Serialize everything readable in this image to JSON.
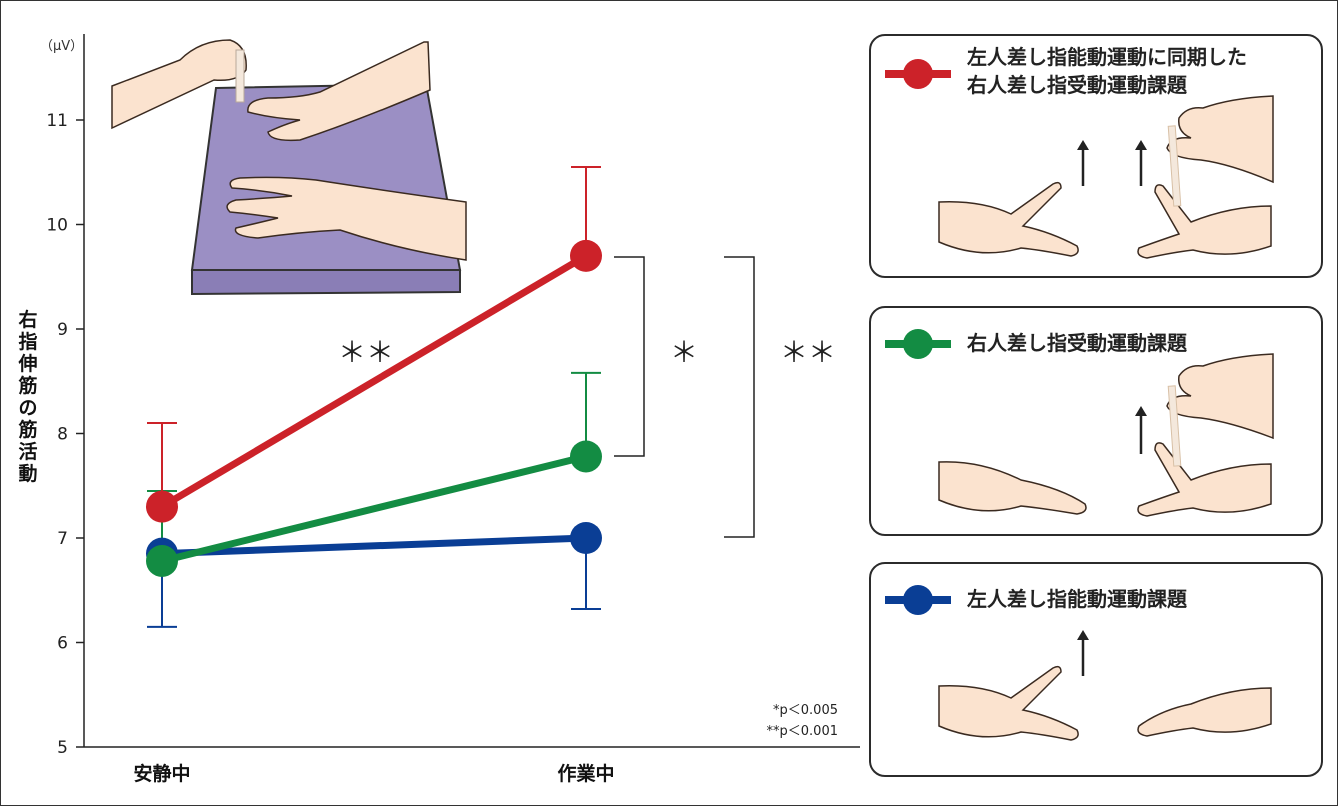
{
  "chart_data": {
    "type": "line",
    "categories": [
      "安静中",
      "作業中"
    ],
    "ylabel": "右指伸筋の筋活動",
    "unit": "（μV）",
    "ylim": [
      5,
      11.7
    ],
    "yticks": [
      5,
      6,
      7,
      8,
      9,
      10,
      11
    ],
    "grid": false,
    "series": [
      {
        "name": "左人差し指能動運動に同期した右人差し指受動運動課題",
        "color": "#cc2229",
        "values": [
          7.3,
          9.7
        ],
        "err_upper": [
          8.1,
          10.55
        ],
        "err_lower": [
          null,
          null
        ]
      },
      {
        "name": "右人差し指受動運動課題",
        "color": "#138c43",
        "values": [
          6.78,
          7.78
        ],
        "err_upper": [
          7.45,
          8.58
        ],
        "err_lower": [
          null,
          null
        ]
      },
      {
        "name": "左人差し指能動運動課題",
        "color": "#0a3e95",
        "values": [
          6.85,
          7.0
        ],
        "err_upper": [
          null,
          null
        ],
        "err_lower": [
          6.15,
          6.32
        ]
      }
    ],
    "annotations": {
      "sig_red_vs_blue_segment": "＊＊",
      "sig_red_vs_green": "＊",
      "sig_red_vs_blue": "＊＊",
      "p_note_1": "*p＜0.005",
      "p_note_2": "**p＜0.001"
    }
  },
  "legend_panels": [
    {
      "label_line1": "左人差し指能動運動に同期した",
      "label_line2": "右人差し指受動運動課題",
      "color": "#cc2229"
    },
    {
      "label_line1": "右人差し指受動運動課題",
      "label_line2": "",
      "color": "#138c43"
    },
    {
      "label_line1": "左人差し指能動運動課題",
      "label_line2": "",
      "color": "#0a3e95"
    }
  ],
  "colors": {
    "mat": "#9b8fc4",
    "mat_side": "#8a7eb6",
    "skin": "#fbe3cf",
    "skin_stroke": "#3a2a20",
    "arrow": "#222222"
  }
}
